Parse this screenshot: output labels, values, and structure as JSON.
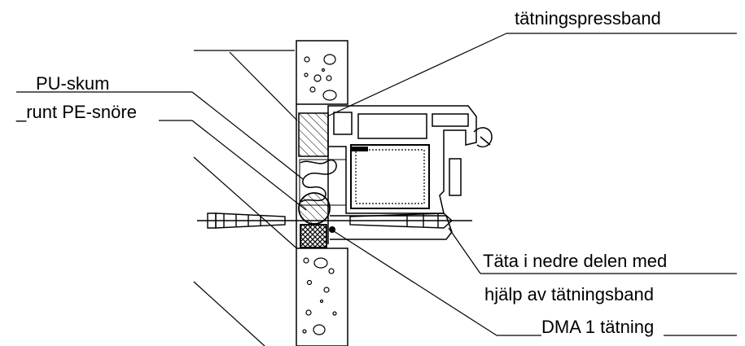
{
  "labels": {
    "tatningspressband": "tätningspressband",
    "pu_skum": "PU-skum",
    "pe_snore": "_runt PE-snöre",
    "tata_line1": "Täta i nedre delen med",
    "tata_line2": "hjälp av tätningsband",
    "dma": "DMA 1 tätning"
  },
  "colors": {
    "ink": "#000000",
    "background": "#ffffff"
  }
}
